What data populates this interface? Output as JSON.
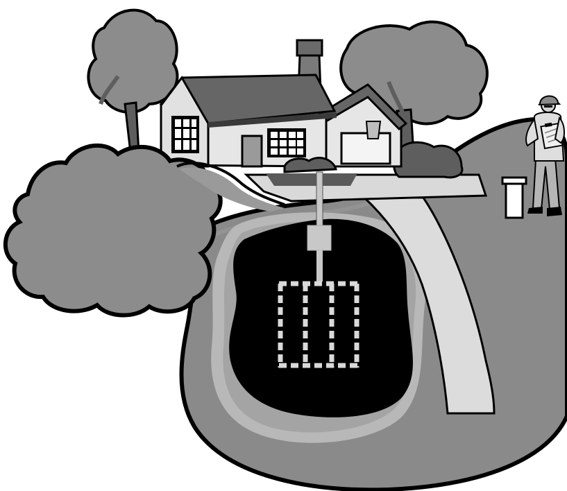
{
  "illustration": {
    "style": "grayscale-clipart",
    "colors": {
      "ink": "#000000",
      "paper": "#ffffff",
      "ground": "#8a8a8a",
      "ground_rim": "#6e6e6e",
      "halo": "#b8b8b8",
      "soil_dark": "#000000",
      "foliage": "#8c8c8c",
      "foliage_dark": "#5e5e5e",
      "roof": "#666666",
      "wall": "#e6e6e6",
      "driveway": "#dcdcdc",
      "pipe": "#c8c8c8",
      "trench": "#ededed"
    },
    "elements": [
      {
        "name": "house",
        "icon": "house-icon"
      },
      {
        "name": "trees",
        "icon": "tree-icon"
      },
      {
        "name": "shrub",
        "icon": "bush-icon"
      },
      {
        "name": "driveway",
        "icon": "road-icon"
      },
      {
        "name": "septic-tank",
        "icon": "tank-icon"
      },
      {
        "name": "drain-field",
        "icon": "grid-icon"
      },
      {
        "name": "inspection-port",
        "icon": "standpipe-icon"
      },
      {
        "name": "inspector",
        "icon": "person-clipboard-icon"
      }
    ]
  }
}
